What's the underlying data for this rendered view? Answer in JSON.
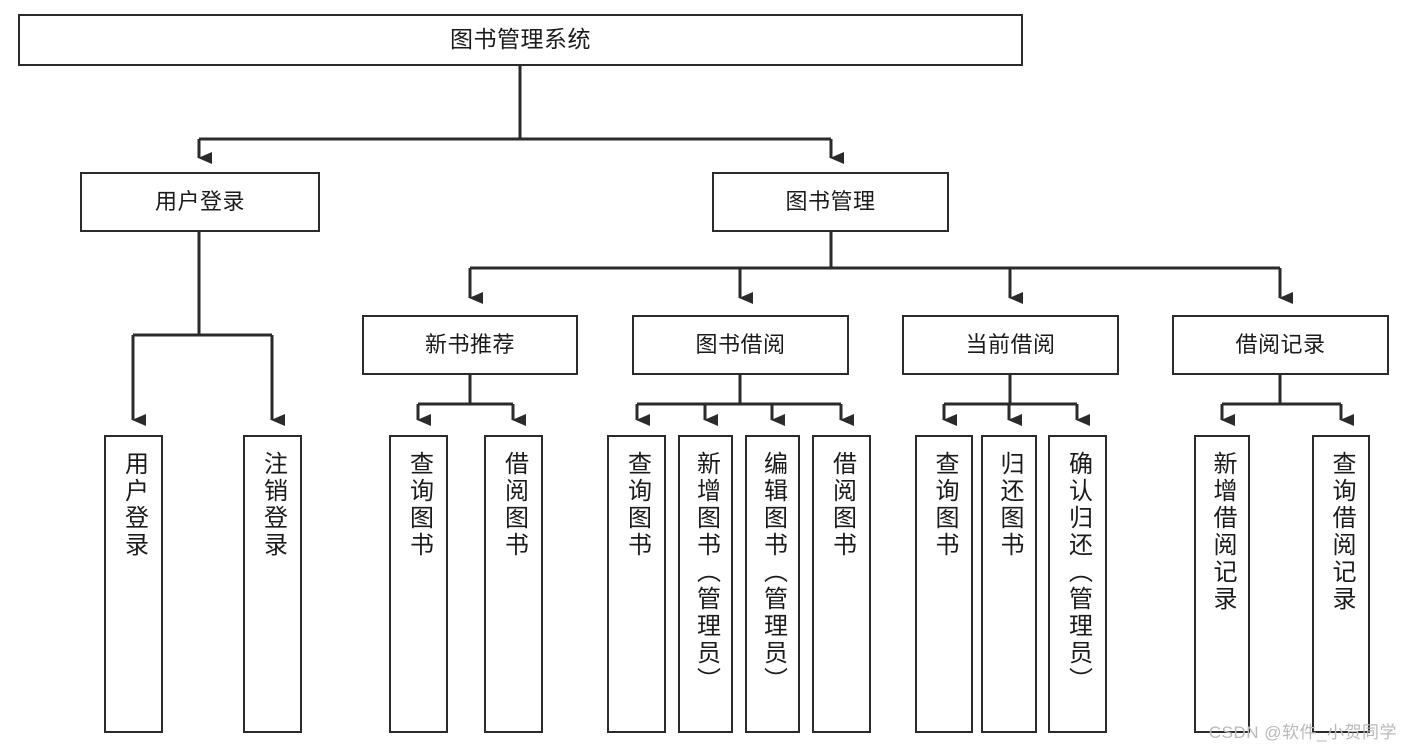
{
  "diagram": {
    "title": "图书管理系统",
    "type": "tree-hierarchy",
    "colors": {
      "background": "#ffffff",
      "box_border": "#2b2b2b",
      "box_fill": "#ffffff",
      "edge": "#2b2b2b",
      "text": "#1b1b1b",
      "watermark": "#b9b9b9"
    },
    "levels": {
      "root": {
        "label": "图书管理系统"
      },
      "level2": [
        {
          "label": "用户登录"
        },
        {
          "label": "图书管理"
        }
      ],
      "level3": [
        {
          "label": "新书推荐"
        },
        {
          "label": "图书借阅"
        },
        {
          "label": "当前借阅"
        },
        {
          "label": "借阅记录"
        }
      ],
      "leaves": {
        "user_login": [
          {
            "label": "用户登录"
          },
          {
            "label": "注销登录"
          }
        ],
        "new_book_recommend": [
          {
            "label": "查询图书"
          },
          {
            "label": "借阅图书"
          }
        ],
        "book_borrow": [
          {
            "label": "查询图书"
          },
          {
            "label": "新增图书（管理员）"
          },
          {
            "label": "编辑图书（管理员）"
          },
          {
            "label": "借阅图书"
          }
        ],
        "current_borrow": [
          {
            "label": "查询图书"
          },
          {
            "label": "归还图书"
          },
          {
            "label": "确认归还（管理员）"
          }
        ],
        "borrow_record": [
          {
            "label": "新增借阅记录"
          },
          {
            "label": "查询借阅记录"
          }
        ]
      }
    }
  },
  "watermark": {
    "text": "CSDN @软件_小贺同学"
  }
}
